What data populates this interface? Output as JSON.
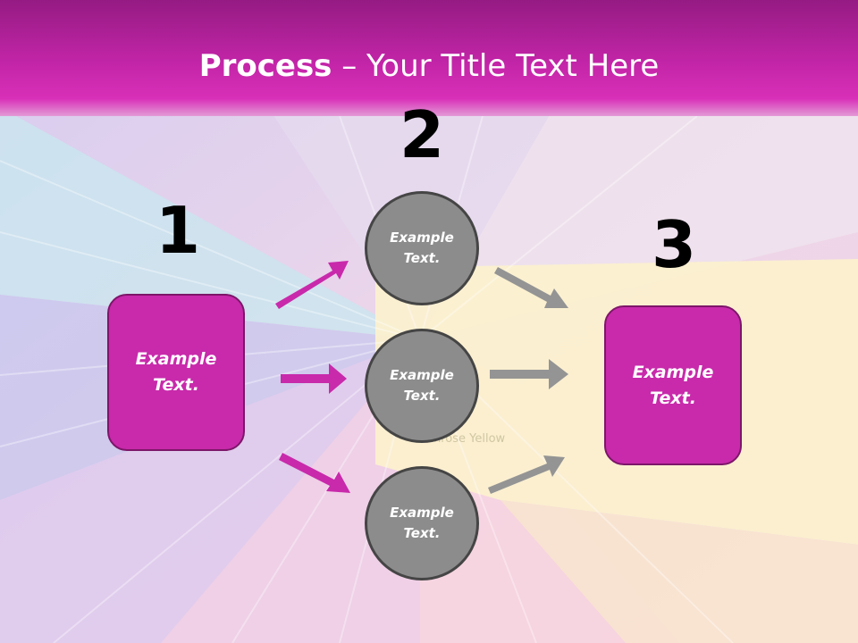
{
  "title": {
    "bold": "Process",
    "rest": " – Your Title Text Here"
  },
  "background_label": "Primrose Yellow",
  "steps": [
    {
      "number": "1",
      "box_line1": "Example",
      "box_line2": "Text."
    },
    {
      "number": "2"
    },
    {
      "number": "3",
      "box_line1": "Example",
      "box_line2": "Text."
    }
  ],
  "circles": [
    {
      "line1": "Example",
      "line2": "Text."
    },
    {
      "line1": "Example",
      "line2": "Text."
    },
    {
      "line1": "Example",
      "line2": "Text."
    }
  ],
  "colors": {
    "magenta": "#c82aab",
    "grey_circle": "#8c8c8c",
    "grey_arrow": "#949494",
    "title_bar": "#c325a8"
  }
}
